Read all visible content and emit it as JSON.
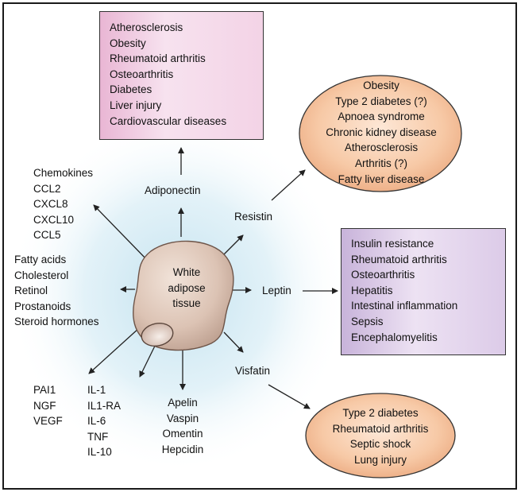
{
  "colors": {
    "pink_box": "#f3d3e6",
    "purple_box": "#dccbe8",
    "orange_ellipse": "#f7c9a6",
    "cell": "#dcc3b4",
    "glow": "#bfe0ee"
  },
  "center": {
    "lines": [
      "White",
      "adipose",
      "tissue"
    ]
  },
  "mediators": {
    "adiponectin": "Adiponectin",
    "resistin": "Resistin",
    "leptin": "Leptin",
    "visfatin": "Visfatin"
  },
  "groups": {
    "chemokines": [
      "Chemokines",
      "CCL2",
      "CXCL8",
      "CXCL10",
      "CCL5"
    ],
    "lipids": [
      "Fatty acids",
      "Cholesterol",
      "Retinol",
      "Prostanoids",
      "Steroid hormones"
    ],
    "growth_factors": [
      "PAI1",
      "NGF",
      "VEGF"
    ],
    "cytokines": [
      "IL-1",
      "IL1-RA",
      "IL-6",
      "TNF",
      "IL-10"
    ],
    "adipokines": [
      "Apelin",
      "Vaspin",
      "Omentin",
      "Hepcidin"
    ]
  },
  "diseases": {
    "adiponectin": [
      "Atherosclerosis",
      "Obesity",
      "Rheumatoid arthritis",
      "Osteoarthritis",
      "Diabetes",
      "Liver injury",
      "Cardiovascular diseases"
    ],
    "resistin": [
      "Obesity",
      "Type 2 diabetes (?)",
      "Apnoea syndrome",
      "Chronic kidney disease",
      "Atherosclerosis",
      "Arthritis (?)",
      "Fatty liver disease"
    ],
    "leptin": [
      "Insulin resistance",
      "Rheumatoid arthritis",
      "Osteoarthritis",
      "Hepatitis",
      "Intestinal inflammation",
      "Sepsis",
      "Encephalomyelitis"
    ],
    "visfatin": [
      "Type 2 diabetes",
      "Rheumatoid arthritis",
      "Septic shock",
      "Lung injury"
    ]
  }
}
